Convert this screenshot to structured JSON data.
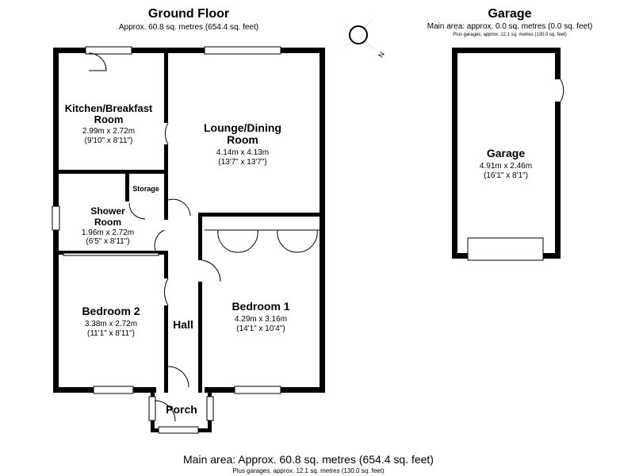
{
  "ground_floor": {
    "title": "Ground Floor",
    "area": "Approx. 60.8 sq. metres (654.4 sq. feet)"
  },
  "garage_header": {
    "title": "Garage",
    "area": "Main area: approx. 0.0 sq. metres (0.0 sq. feet)",
    "plus": "Plus garages, approx. 12.1 sq. metres (130.0 sq. feet)"
  },
  "rooms": {
    "kitchen": {
      "name1": "Kitchen/Breakfast",
      "name2": "Room",
      "metric": "2.99m x 2.72m",
      "imperial": "(9'10\" x 8'11\")"
    },
    "lounge": {
      "name1": "Lounge/Dining",
      "name2": "Room",
      "metric": "4.14m x 4.13m",
      "imperial": "(13'7\" x 13'7\")"
    },
    "storage": {
      "name": "Storage"
    },
    "shower": {
      "name1": "Shower",
      "name2": "Room",
      "metric": "1.96m x 2.72m",
      "imperial": "(6'5\" x 8'11\")"
    },
    "bedroom2": {
      "name": "Bedroom 2",
      "metric": "3.38m x 2.72m",
      "imperial": "(11'1\" x 8'11\")"
    },
    "hall": {
      "name": "Hall"
    },
    "bedroom1": {
      "name": "Bedroom 1",
      "metric": "4.29m x 3.16m",
      "imperial": "(14'1\" x 10'4\")"
    },
    "porch": {
      "name": "Porch"
    },
    "garage": {
      "name": "Garage",
      "metric": "4.91m x 2.46m",
      "imperial": "(16'1\" x 8'1\")"
    }
  },
  "compass": {
    "label": "N"
  },
  "footer": {
    "main": "Main area: Approx. 60.8 sq. metres (654.4 sq. feet)",
    "plus": "Plus garages, approx. 12.1 sq. metres (130.0 sq. feet)"
  }
}
